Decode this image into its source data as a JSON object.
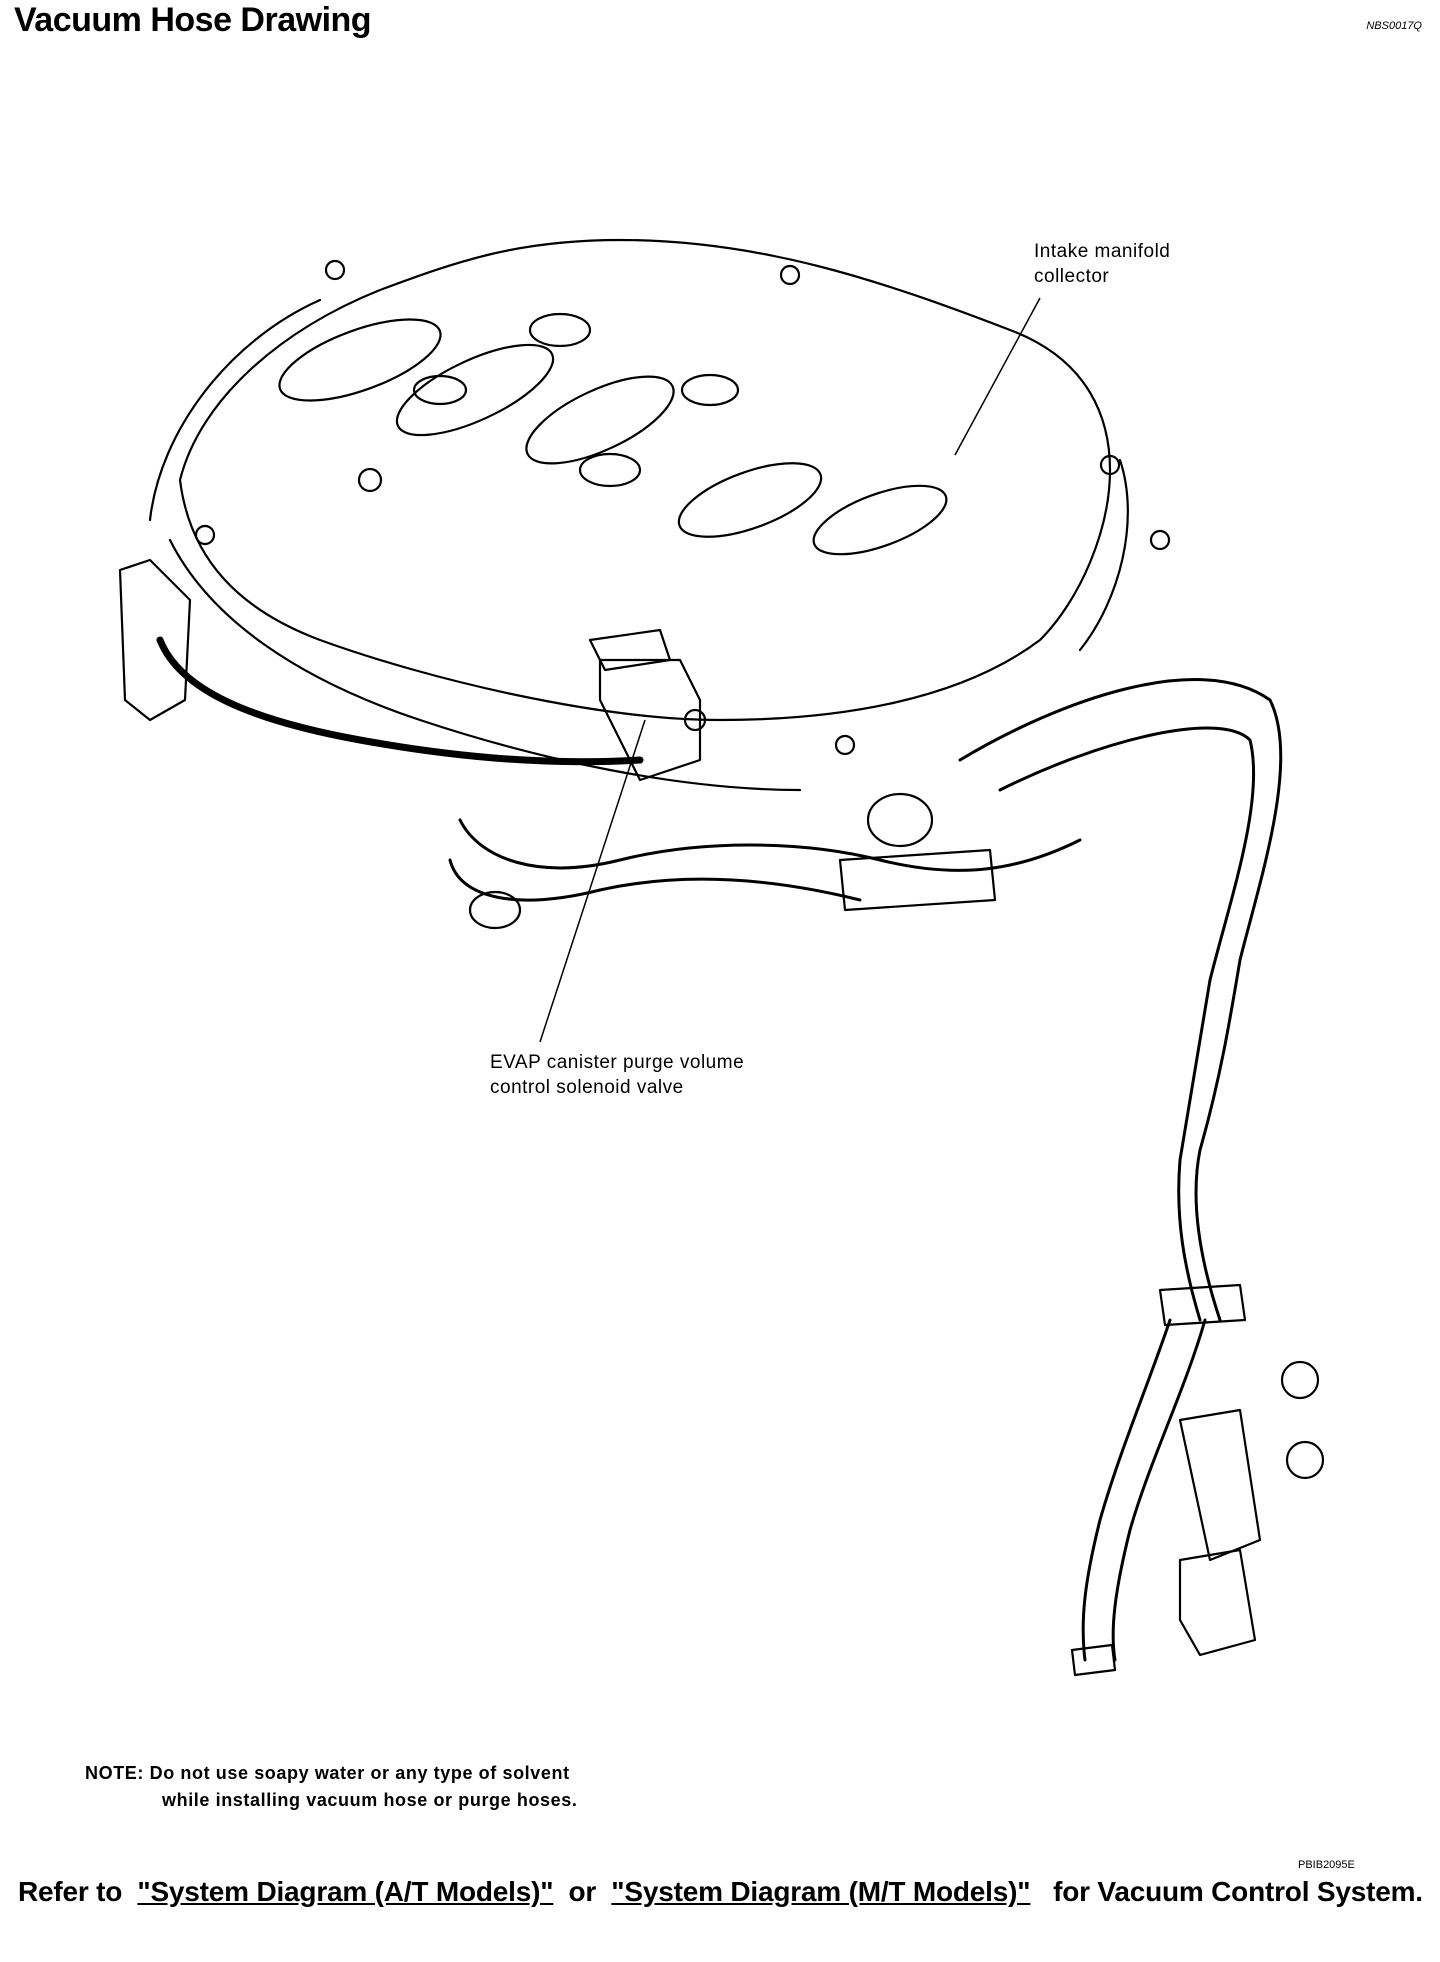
{
  "header": {
    "title": "Vacuum Hose Drawing",
    "code": "NBS0017Q"
  },
  "figure": {
    "callout_intake_line1": "Intake manifold",
    "callout_intake_line2": "collector",
    "callout_evap_line1": "EVAP canister purge volume",
    "callout_evap_line2": "control solenoid valve",
    "figure_id": "PBIB2095E"
  },
  "note": {
    "line1": "NOTE: Do not use soapy water or any type of solvent",
    "line2": "while installing vacuum hose or purge hoses."
  },
  "footer": {
    "refer_prefix": "Refer to",
    "link_at": "\"System Diagram (A/T Models)\"",
    "or_text": "or",
    "link_mt": "\"System Diagram (M/T Models)\"",
    "refer_suffix": "for Vacuum Control System."
  }
}
